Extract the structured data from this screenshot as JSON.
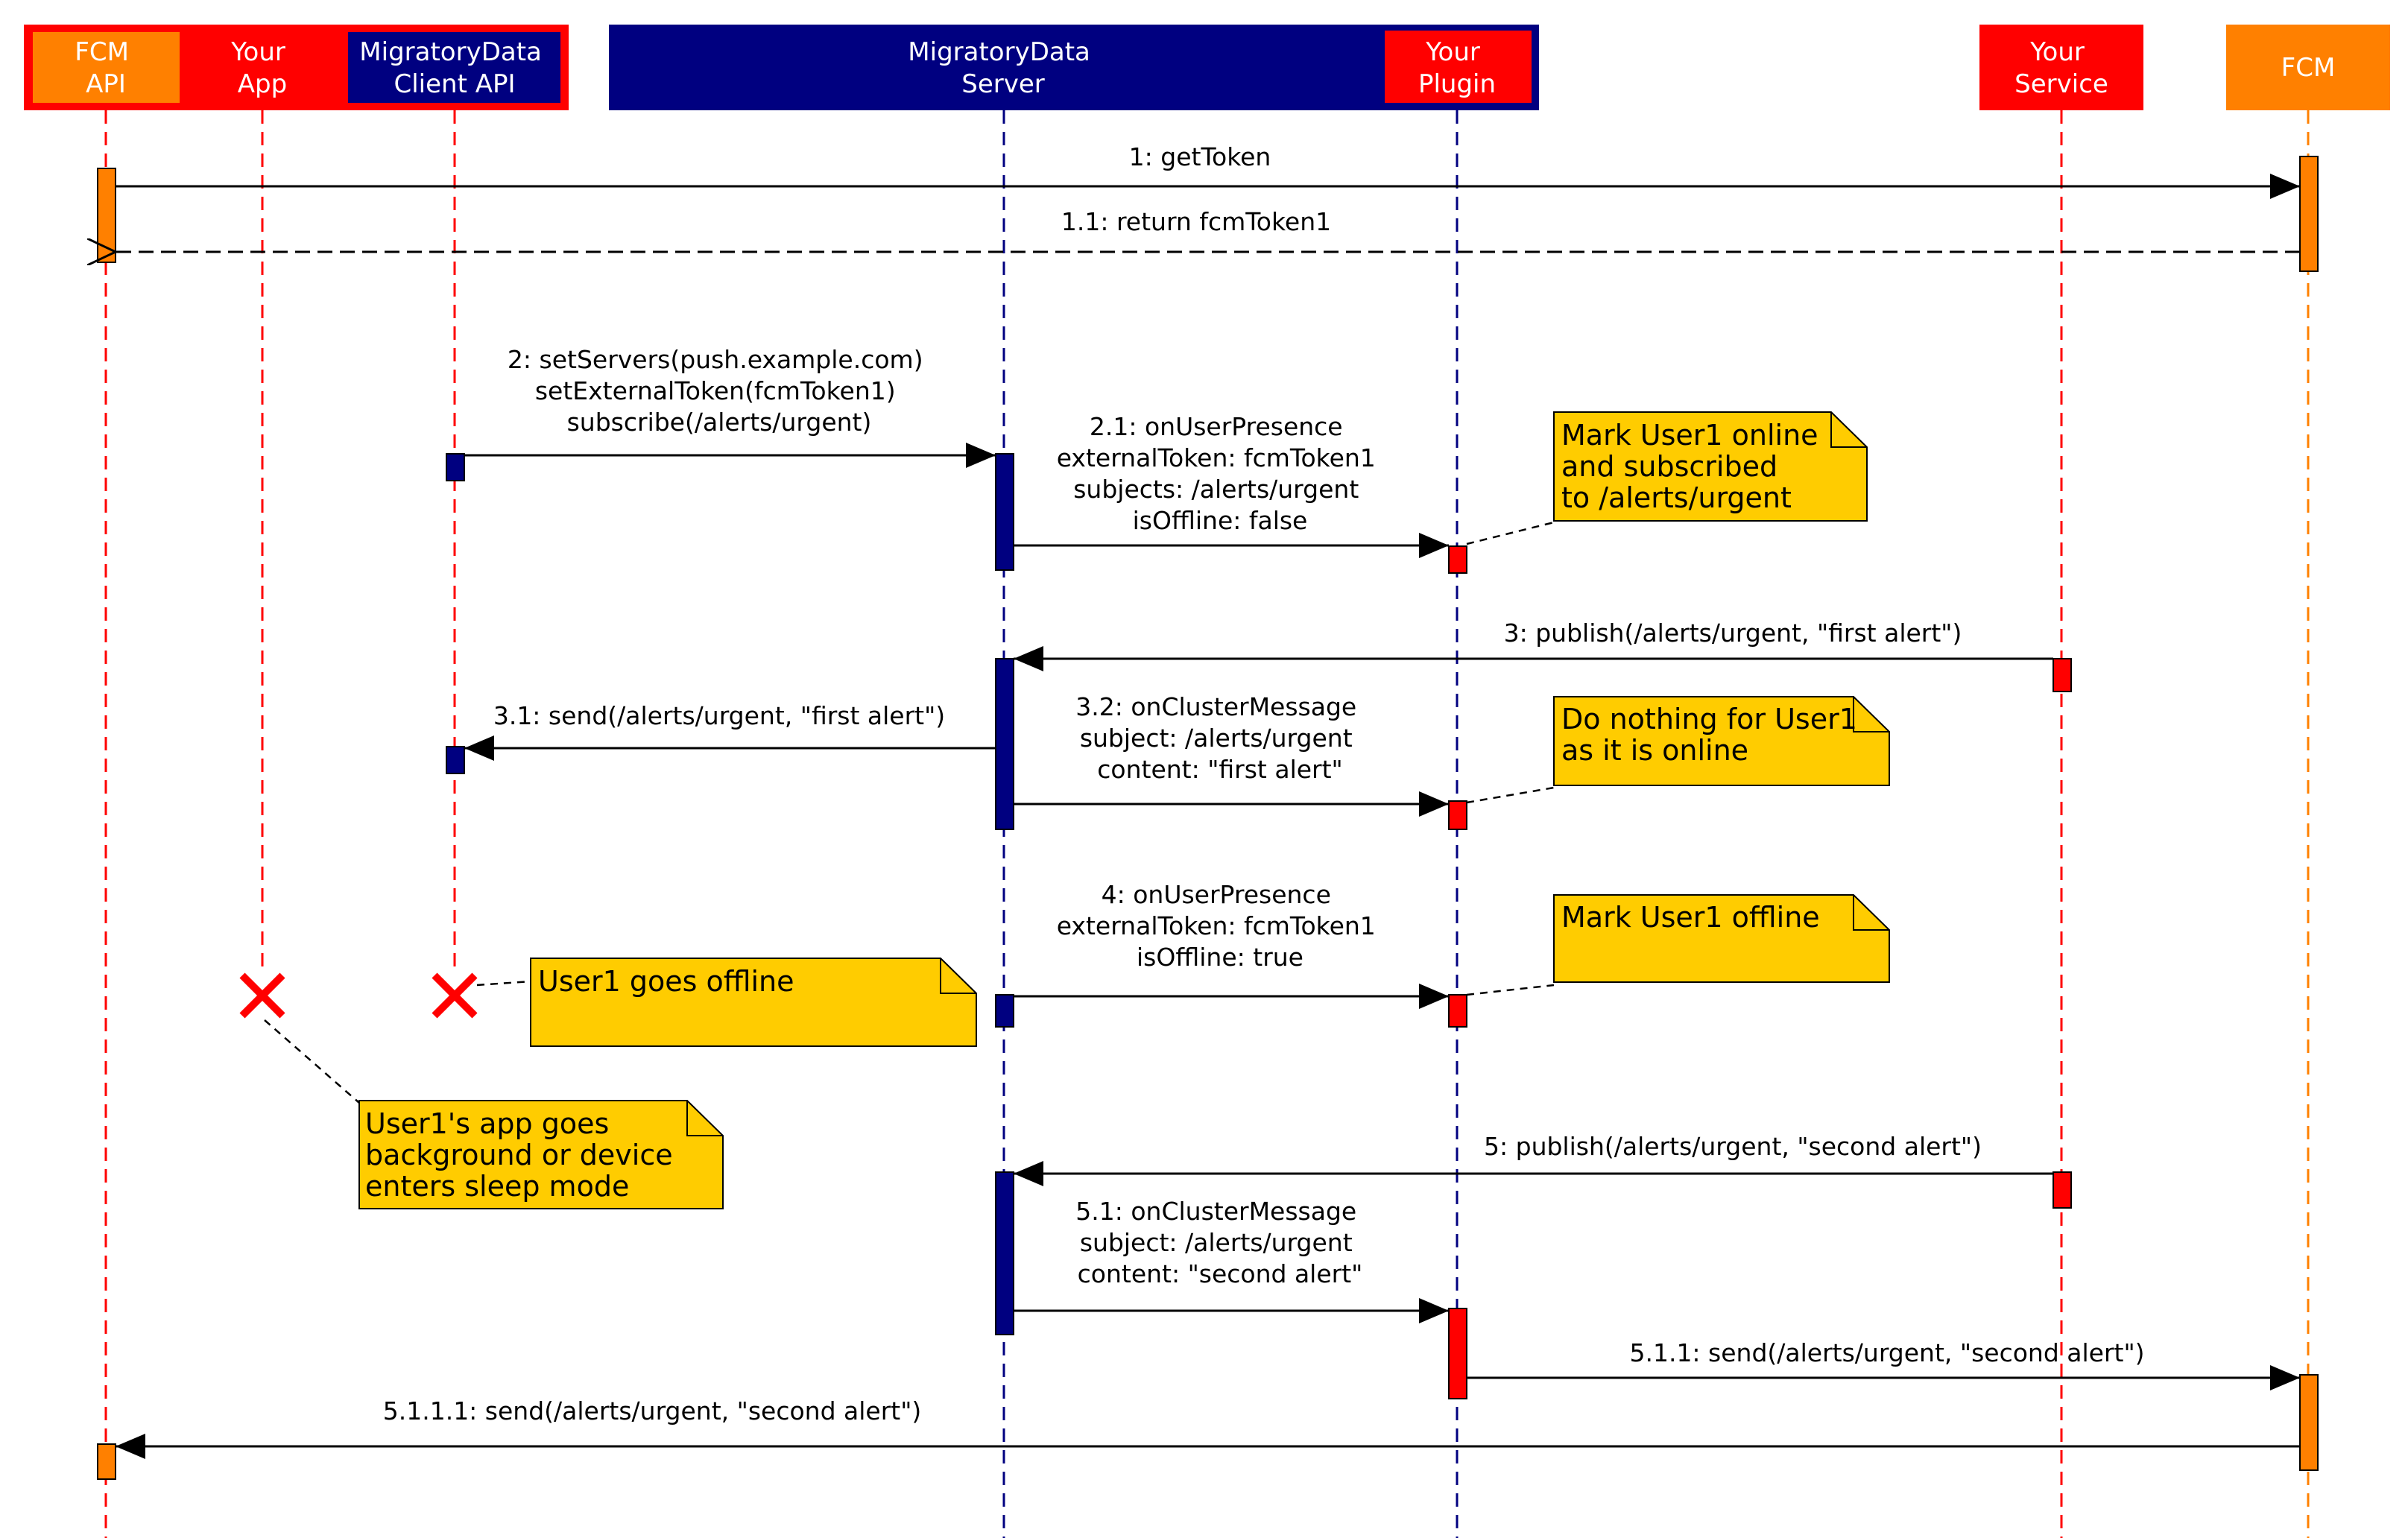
{
  "colors": {
    "red": "#ff0000",
    "orange": "#ff8000",
    "navy": "#000080",
    "note": "#ffcc00",
    "text_light": "#ffffff",
    "line": "#000000"
  },
  "participants": {
    "fcm_api": [
      "FCM",
      "API"
    ],
    "your_app": [
      "Your",
      "App"
    ],
    "client_api": [
      "MigratoryData",
      "Client API"
    ],
    "server": [
      "MigratoryData",
      "Server"
    ],
    "plugin": [
      "Your",
      "Plugin"
    ],
    "service": [
      "Your",
      "Service"
    ],
    "fcm": [
      "FCM"
    ]
  },
  "messages": {
    "m1": [
      "1: getToken"
    ],
    "m1_1": [
      "1.1: return fcmToken1"
    ],
    "m2": [
      "2: setServers(push.example.com)",
      "setExternalToken(fcmToken1)",
      "subscribe(/alerts/urgent)"
    ],
    "m2_1": [
      "2.1: onUserPresence",
      "externalToken: fcmToken1",
      "subjects: /alerts/urgent",
      "isOffline: false"
    ],
    "m3": [
      "3: publish(/alerts/urgent, \"first alert\")"
    ],
    "m3_1": [
      "3.1: send(/alerts/urgent, \"first alert\")"
    ],
    "m3_2": [
      "3.2: onClusterMessage",
      "subject: /alerts/urgent",
      "content: \"first alert\""
    ],
    "m4": [
      "4: onUserPresence",
      "externalToken: fcmToken1",
      "isOffline: true"
    ],
    "m5": [
      "5: publish(/alerts/urgent, \"second alert\")"
    ],
    "m5_1": [
      "5.1: onClusterMessage",
      "subject: /alerts/urgent",
      "content: \"second alert\""
    ],
    "m5_1_1": [
      "5.1.1: send(/alerts/urgent, \"second alert\")"
    ],
    "m5_1_1_1": [
      "5.1.1.1: send(/alerts/urgent, \"second alert\")"
    ]
  },
  "notes": {
    "n1": [
      "Mark User1 online",
      "and subscribed",
      "to /alerts/urgent"
    ],
    "n2": [
      "Do nothing for User1",
      "as it is online"
    ],
    "n3": [
      "Mark User1 offline"
    ],
    "n4": [
      "User1 goes offline"
    ],
    "n5": [
      "User1's app goes",
      "background or device",
      "enters sleep mode"
    ]
  }
}
